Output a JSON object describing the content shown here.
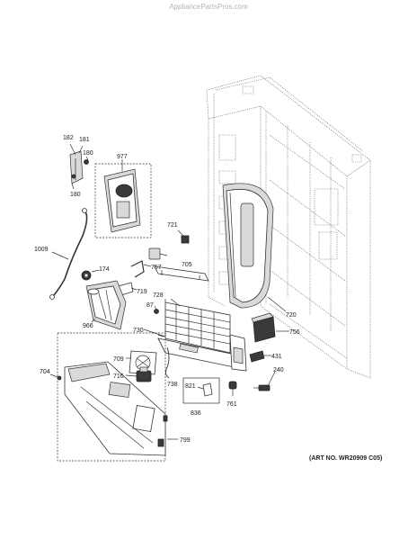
{
  "header": {
    "watermark": "AppliancePartsPros.com"
  },
  "footer": {
    "art_number": "(ART NO. WR20909 C05)"
  },
  "callouts": [
    {
      "id": "182",
      "label": "182"
    },
    {
      "id": "181",
      "label": "181"
    },
    {
      "id": "180a",
      "label": "180"
    },
    {
      "id": "180b",
      "label": "180"
    },
    {
      "id": "977",
      "label": "977"
    },
    {
      "id": "721",
      "label": "721"
    },
    {
      "id": "1009",
      "label": "1009"
    },
    {
      "id": "174",
      "label": "174"
    },
    {
      "id": "757",
      "label": "757"
    },
    {
      "id": "705",
      "label": "705"
    },
    {
      "id": "719",
      "label": "719"
    },
    {
      "id": "728",
      "label": "728"
    },
    {
      "id": "87",
      "label": "87"
    },
    {
      "id": "966",
      "label": "966"
    },
    {
      "id": "720",
      "label": "720"
    },
    {
      "id": "756",
      "label": "756"
    },
    {
      "id": "730",
      "label": "730"
    },
    {
      "id": "431",
      "label": "431"
    },
    {
      "id": "709",
      "label": "709"
    },
    {
      "id": "716",
      "label": "716"
    },
    {
      "id": "704",
      "label": "704"
    },
    {
      "id": "738",
      "label": "738"
    },
    {
      "id": "240",
      "label": "240"
    },
    {
      "id": "821",
      "label": "821"
    },
    {
      "id": "761",
      "label": "761"
    },
    {
      "id": "836",
      "label": "836"
    },
    {
      "id": "799",
      "label": "799"
    }
  ]
}
